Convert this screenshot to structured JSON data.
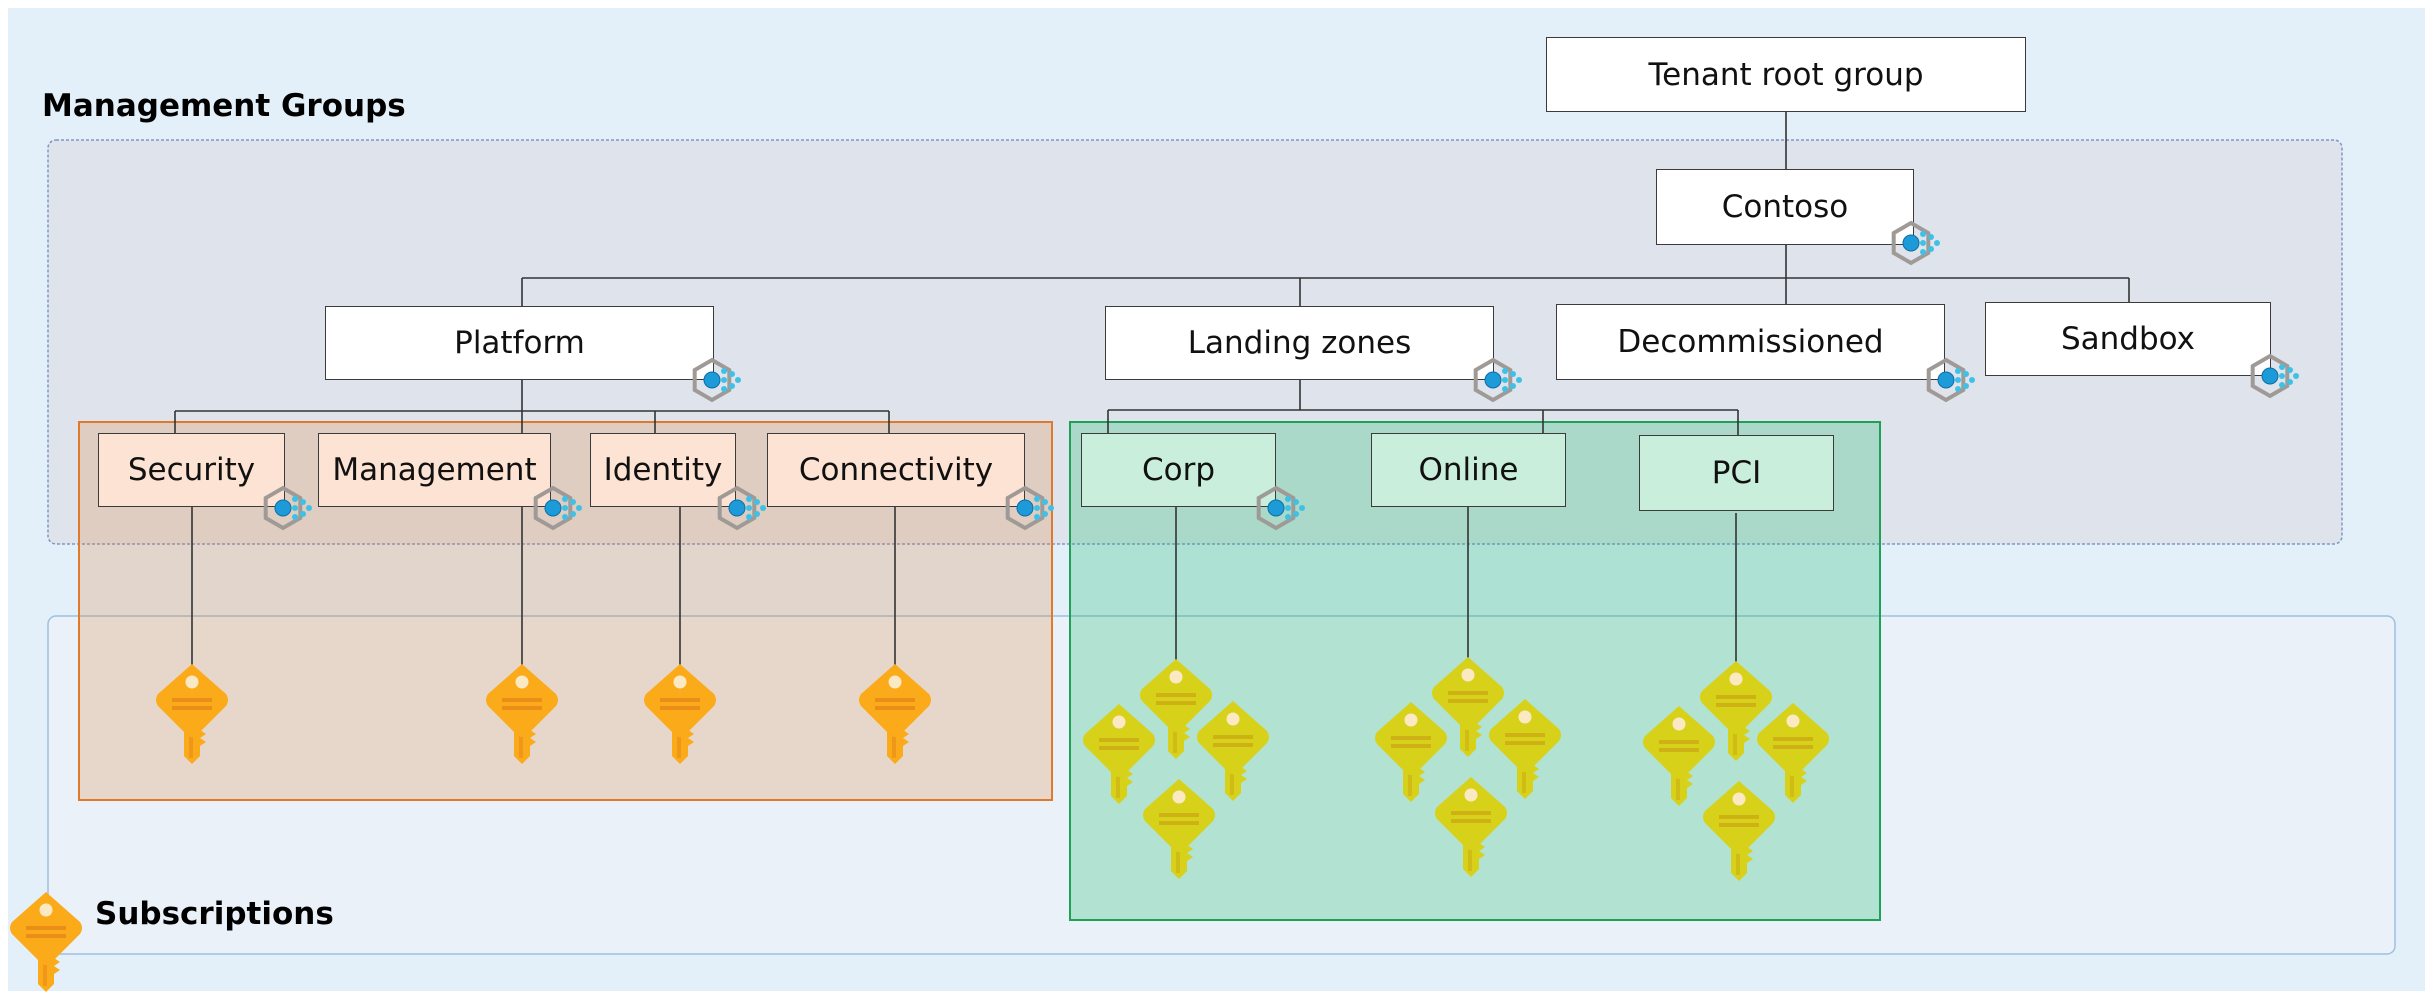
{
  "diagram": {
    "sections": {
      "management_groups": "Management Groups",
      "subscriptions": "Subscriptions"
    },
    "nodes": {
      "tenant_root": "Tenant root group",
      "contoso": "Contoso",
      "platform": "Platform",
      "landing_zones": "Landing zones",
      "decommissioned": "Decommissioned",
      "sandbox": "Sandbox",
      "security": "Security",
      "management": "Management",
      "identity": "Identity",
      "connectivity": "Connectivity",
      "corp": "Corp",
      "online": "Online",
      "pci": "PCI"
    },
    "icons": {
      "management_group": "management-group-icon",
      "subscription": "subscription-key-icon"
    },
    "colors": {
      "background": "#e3f0fa",
      "mg_region": "#dfe4ec",
      "sub_region": "#eaf1f9",
      "platform_region": "#e9d4c3",
      "platform_border": "#e07a2a",
      "landing_region": "#b5e3d1",
      "landing_border": "#1fa057",
      "key_orange": "#fbab19",
      "key_yellow": "#d8d11a"
    }
  }
}
